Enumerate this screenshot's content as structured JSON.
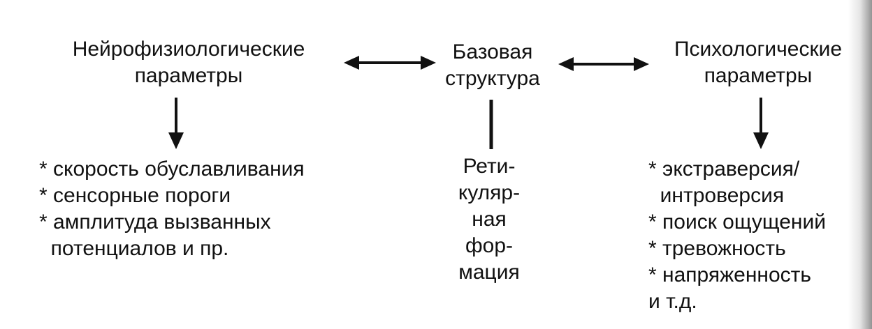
{
  "nodes": {
    "neuro": {
      "line1": "Нейрофизиологические",
      "line2": "параметры"
    },
    "base": {
      "line1": "Базовая",
      "line2": "структура"
    },
    "psych": {
      "line1": "Психологические",
      "line2": "параметры"
    }
  },
  "lists": {
    "neuro": [
      "* скорость обуславливания",
      "* сенсорные пороги",
      "* амплитуда вызванных",
      "  потенциалов и пр."
    ],
    "reticular": [
      "Рети-",
      "куляр-",
      "ная",
      "фор-",
      "мация"
    ],
    "psych": [
      "* экстраверсия/",
      "  интроверсия",
      "* поиск ощущений",
      "* тревожность",
      "* напряженность",
      "и т.д."
    ]
  }
}
